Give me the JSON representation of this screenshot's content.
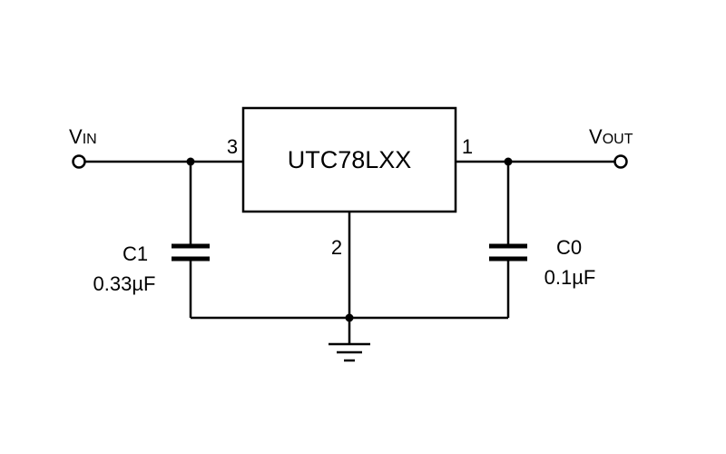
{
  "ic": {
    "part_number": "UTC78LXX"
  },
  "pins": {
    "input": "3",
    "output": "1",
    "ground": "2"
  },
  "input_terminal": {
    "main": "V",
    "sub": "IN"
  },
  "output_terminal": {
    "main": "V",
    "sub": "OUT"
  },
  "capacitors": {
    "input": {
      "name": "C1",
      "value": "0.33µF"
    },
    "output": {
      "name": "C0",
      "value": "0.1µF"
    }
  },
  "colors": {
    "line": "#000000",
    "background": "#ffffff"
  }
}
